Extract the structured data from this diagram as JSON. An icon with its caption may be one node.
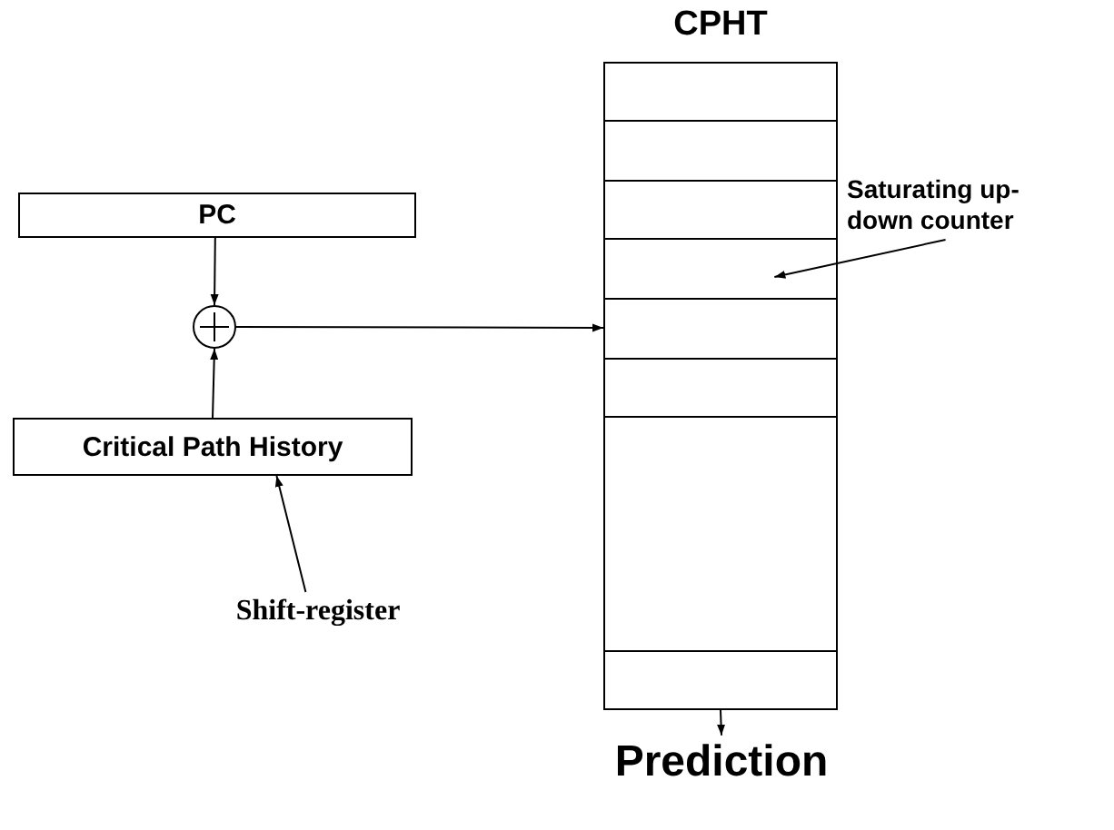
{
  "diagram": {
    "nodes": [
      {
        "text": [
          "PC"
        ]
      },
      {
        "text": [],
        "shape": "circle"
      },
      {
        "text": [
          "Critical Path History"
        ]
      },
      {
        "text": [
          "Shift-register"
        ]
      },
      {
        "text": [
          "CPHT"
        ]
      },
      {
        "text": [],
        "shape": "box",
        "in": 4
      },
      {
        "text": [],
        "shape": "box",
        "in": 4
      },
      {
        "text": [],
        "shape": "box",
        "in": 4
      },
      {
        "text": [],
        "shape": "box",
        "in": 4
      },
      {
        "text": [],
        "shape": "box",
        "in": 4
      },
      {
        "text": [],
        "shape": "box",
        "in": 4
      },
      {
        "text": [],
        "shape": "box",
        "in": 4
      },
      {
        "text": [],
        "shape": "box",
        "in": 4
      },
      {
        "text": [
          "Saturating up-down counter"
        ]
      },
      {
        "text": [
          "Prediction"
        ]
      }
    ],
    "edges": [
      {
        "from": 0,
        "to": 1,
        "arrow": "to"
      },
      {
        "from": 2,
        "to": 1,
        "arrow": "to"
      },
      {
        "from": 1,
        "to": 9,
        "arrow": "to"
      },
      {
        "from": 3,
        "to": 2,
        "arrow": "to"
      },
      {
        "from": 13,
        "to": 8,
        "arrow": "to"
      },
      {
        "from": 4,
        "to": 14,
        "arrow": "to"
      }
    ]
  }
}
